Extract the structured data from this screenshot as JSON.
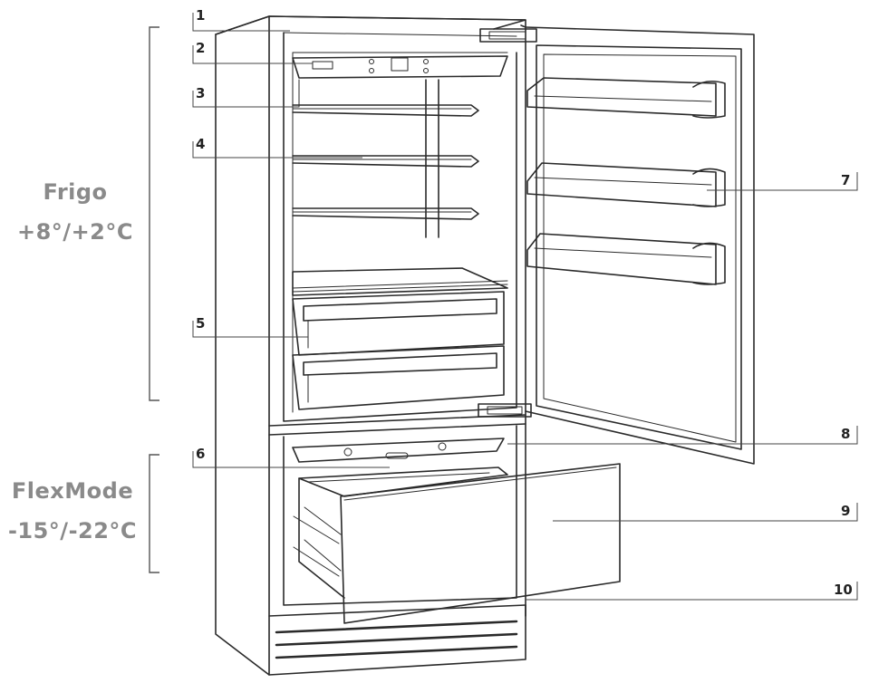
{
  "zones": [
    {
      "name": "Frigo",
      "range": "+8°/+2°C"
    },
    {
      "name": "FlexMode",
      "range": "-15°/-22°C"
    }
  ],
  "callouts": [
    "1",
    "2",
    "3",
    "4",
    "5",
    "6",
    "7",
    "8",
    "9",
    "10"
  ],
  "colors": {
    "line": "#2a2a2a",
    "label": "#8a8a8a",
    "background": "#ffffff"
  }
}
